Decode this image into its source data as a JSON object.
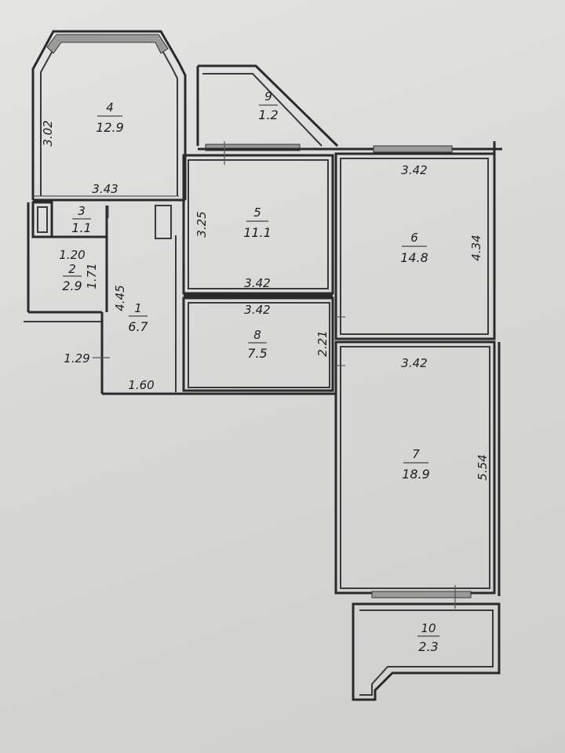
{
  "rooms": [
    {
      "id": "room-4",
      "number": "4",
      "area": "12.9"
    },
    {
      "id": "room-9",
      "number": "9",
      "area": "1.2"
    },
    {
      "id": "room-3",
      "number": "3",
      "area": "1.1"
    },
    {
      "id": "room-2",
      "number": "2",
      "area": "2.9"
    },
    {
      "id": "room-1",
      "number": "1",
      "area": "6.7"
    },
    {
      "id": "room-5",
      "number": "5",
      "area": "11.1"
    },
    {
      "id": "room-8",
      "number": "8",
      "area": "7.5"
    },
    {
      "id": "room-6",
      "number": "6",
      "area": "14.8"
    },
    {
      "id": "room-7",
      "number": "7",
      "area": "18.9"
    },
    {
      "id": "room-10",
      "number": "10",
      "area": "2.3"
    }
  ],
  "dimensions": {
    "d302": "3.02",
    "d343": "3.43",
    "d325": "3.25",
    "d342_r5": "3.42",
    "d342_r8": "3.42",
    "d342_r6": "3.42",
    "d342_r7": "3.42",
    "d434": "4.34",
    "d554": "5.54",
    "d221": "2.21",
    "d120": "1.20",
    "d171": "1.71",
    "d445": "4.45",
    "d129": "1.29",
    "d160": "1.60"
  }
}
